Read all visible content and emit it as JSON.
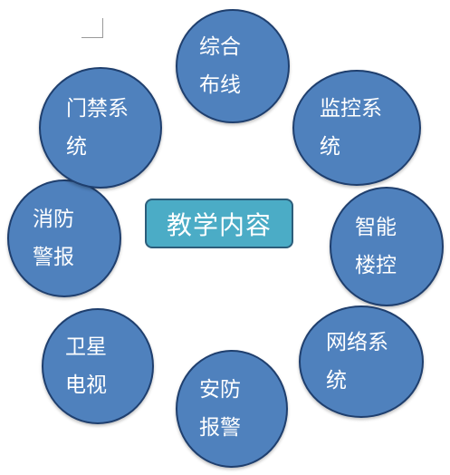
{
  "center_label": "教学内容",
  "colors": {
    "node_fill": "#4f81bd",
    "node_border": "#1f3f6e",
    "center_fill": "#4bacc6",
    "text": "#ffffff"
  },
  "nodes": [
    {
      "line1": "综合",
      "line2": "布线"
    },
    {
      "line1": "监控系",
      "line2": "统"
    },
    {
      "line1": "智能",
      "line2": "楼控"
    },
    {
      "line1": "网络系",
      "line2": "统"
    },
    {
      "line1": "安防",
      "line2": "报警"
    },
    {
      "line1": "卫星",
      "line2": "电视"
    },
    {
      "line1": "消防",
      "line2": "警报"
    },
    {
      "line1": "门禁系",
      "line2": "统"
    }
  ]
}
